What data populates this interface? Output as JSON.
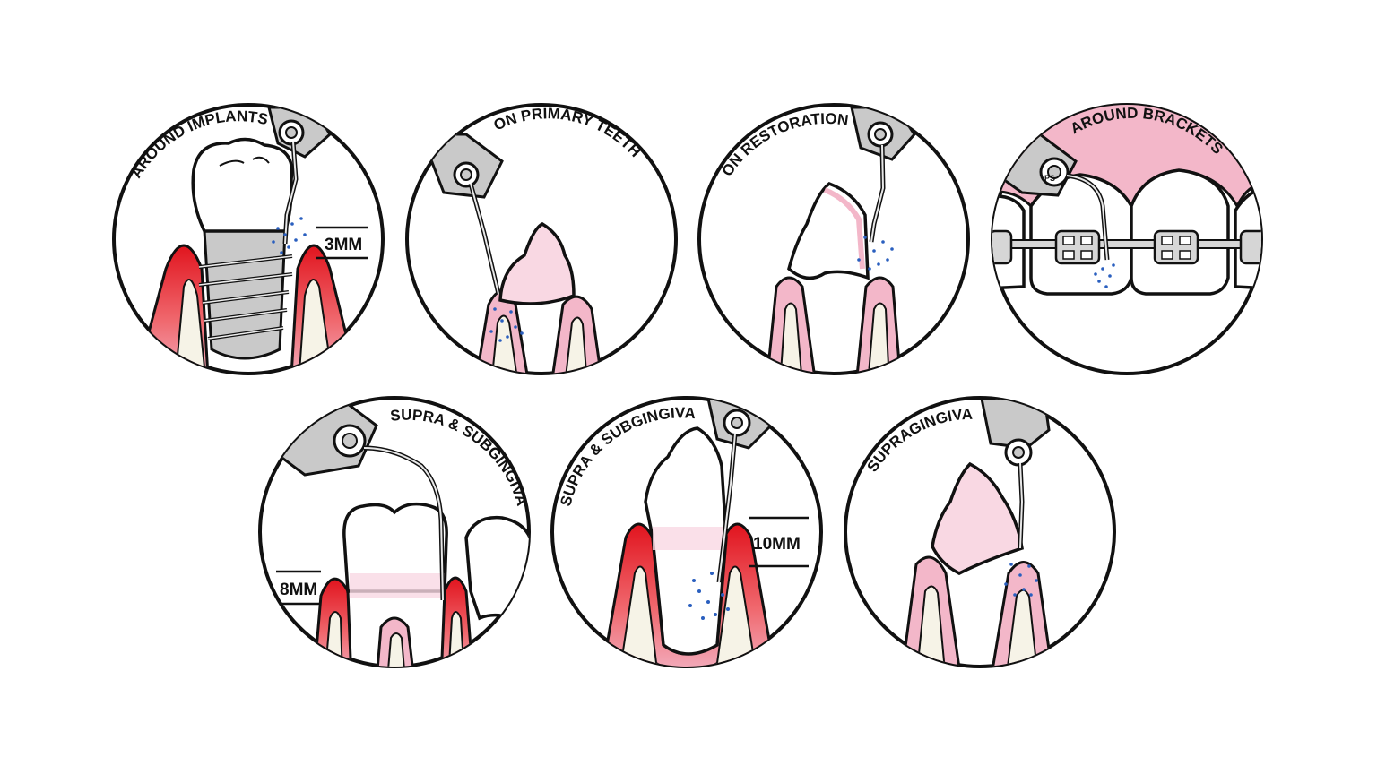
{
  "colors": {
    "outline": "#111111",
    "gum_pink": "#f3b7c9",
    "tooth_pink": "#f9d8e3",
    "inflamed_red": "#e1141e",
    "bone_cream": "#f6f3e7",
    "instrument_grey": "#c9c9c9",
    "water_dots": "#2a5fbf"
  },
  "panels": [
    {
      "id": "around-implants",
      "label": "AROUND IMPLANTS",
      "measure": "3MM",
      "icon": "implant-icon"
    },
    {
      "id": "on-primary-teeth",
      "label": "ON PRIMARY TEETH",
      "icon": "primary-tooth-icon"
    },
    {
      "id": "on-restorations",
      "label": "ON RESTORATIONS",
      "icon": "restoration-icon"
    },
    {
      "id": "around-brackets",
      "label": "AROUND BRACKETS",
      "tip_mark": "PS",
      "icon": "braces-icon"
    },
    {
      "id": "supra-subgingival-8",
      "label": "SUPRA & SUBGINGIVAL",
      "measure": "8MM",
      "icon": "molar-icon"
    },
    {
      "id": "supra-subgingival-10",
      "label": "SUPRA & SUBGINGIVAL",
      "measure": "10MM",
      "icon": "deep-pocket-icon"
    },
    {
      "id": "supragingival",
      "label": "SUPRAGINGIVAL",
      "icon": "supragingival-icon"
    }
  ]
}
